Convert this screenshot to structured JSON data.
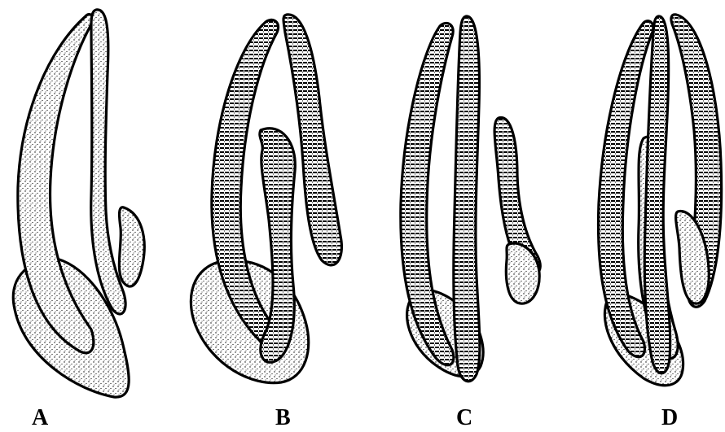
{
  "figure": {
    "panels": [
      {
        "id": "a",
        "label": "A"
      },
      {
        "id": "b",
        "label": "B"
      },
      {
        "id": "c",
        "label": "C"
      },
      {
        "id": "d",
        "label": "D"
      }
    ]
  }
}
